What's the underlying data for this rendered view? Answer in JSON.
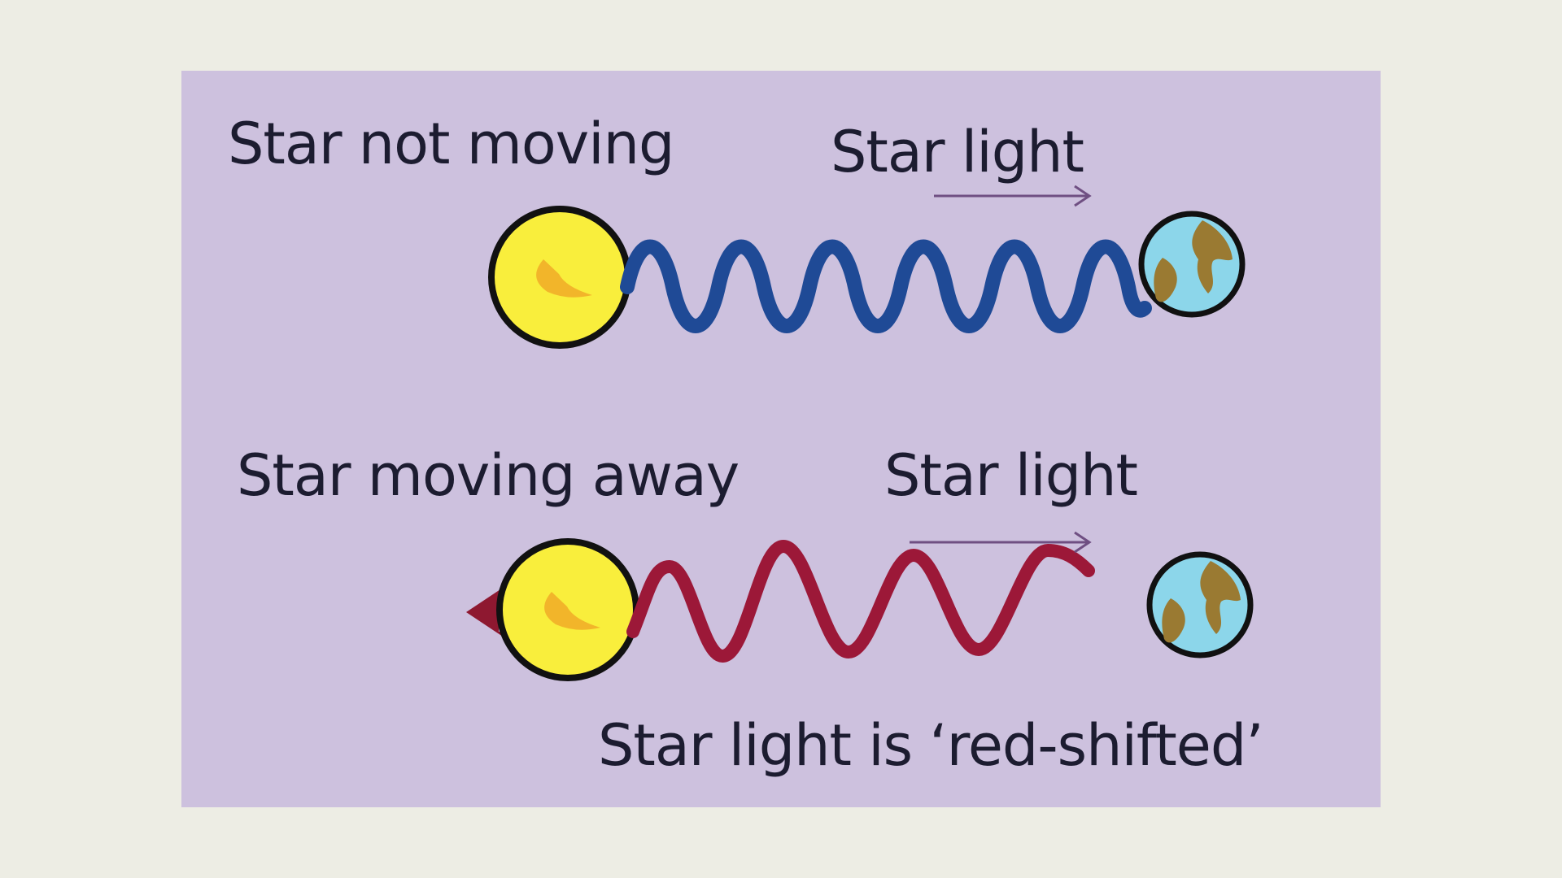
{
  "diagram": {
    "top_row": {
      "state_label": "Star not moving",
      "light_label": "Star light"
    },
    "bottom_row": {
      "state_label": "Star moving away",
      "light_label": "Star light",
      "shift_label": "Star light is ‘red-shifted’"
    }
  },
  "colors": {
    "background": "#edede4",
    "panel": "#cdc1de",
    "text": "#1c1c30",
    "normal_wave": "#1f4a96",
    "redshift_wave": "#9c1838",
    "motion_arrow": "#8e1830",
    "direction_arrow": "#6f4f82",
    "star_fill": "#f9ee3c",
    "star_flare": "#f2b52a",
    "earth_ocean": "#8cd6ea",
    "earth_land": "#9a7a32",
    "outline": "#111111"
  }
}
